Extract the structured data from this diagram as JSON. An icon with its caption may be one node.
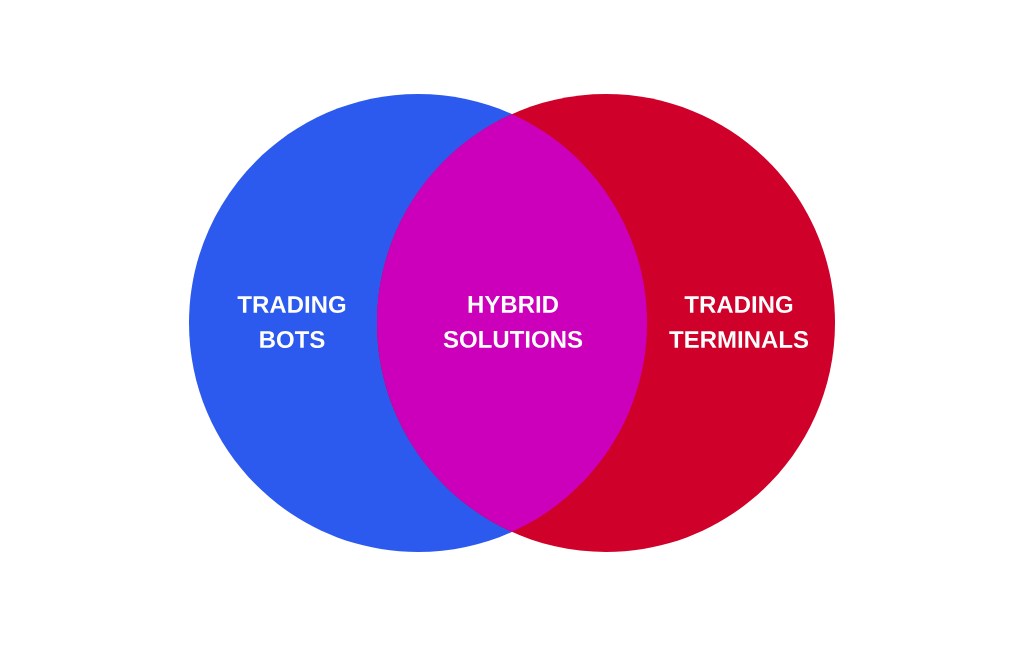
{
  "diagram": {
    "nodes": [
      {
        "text": [
          "TRADING BOTS"
        ]
      },
      {
        "text": [
          "TRADING TERMINALS"
        ]
      },
      {
        "text": [
          "HYBRID SOLUTIONS"
        ]
      }
    ]
  }
}
